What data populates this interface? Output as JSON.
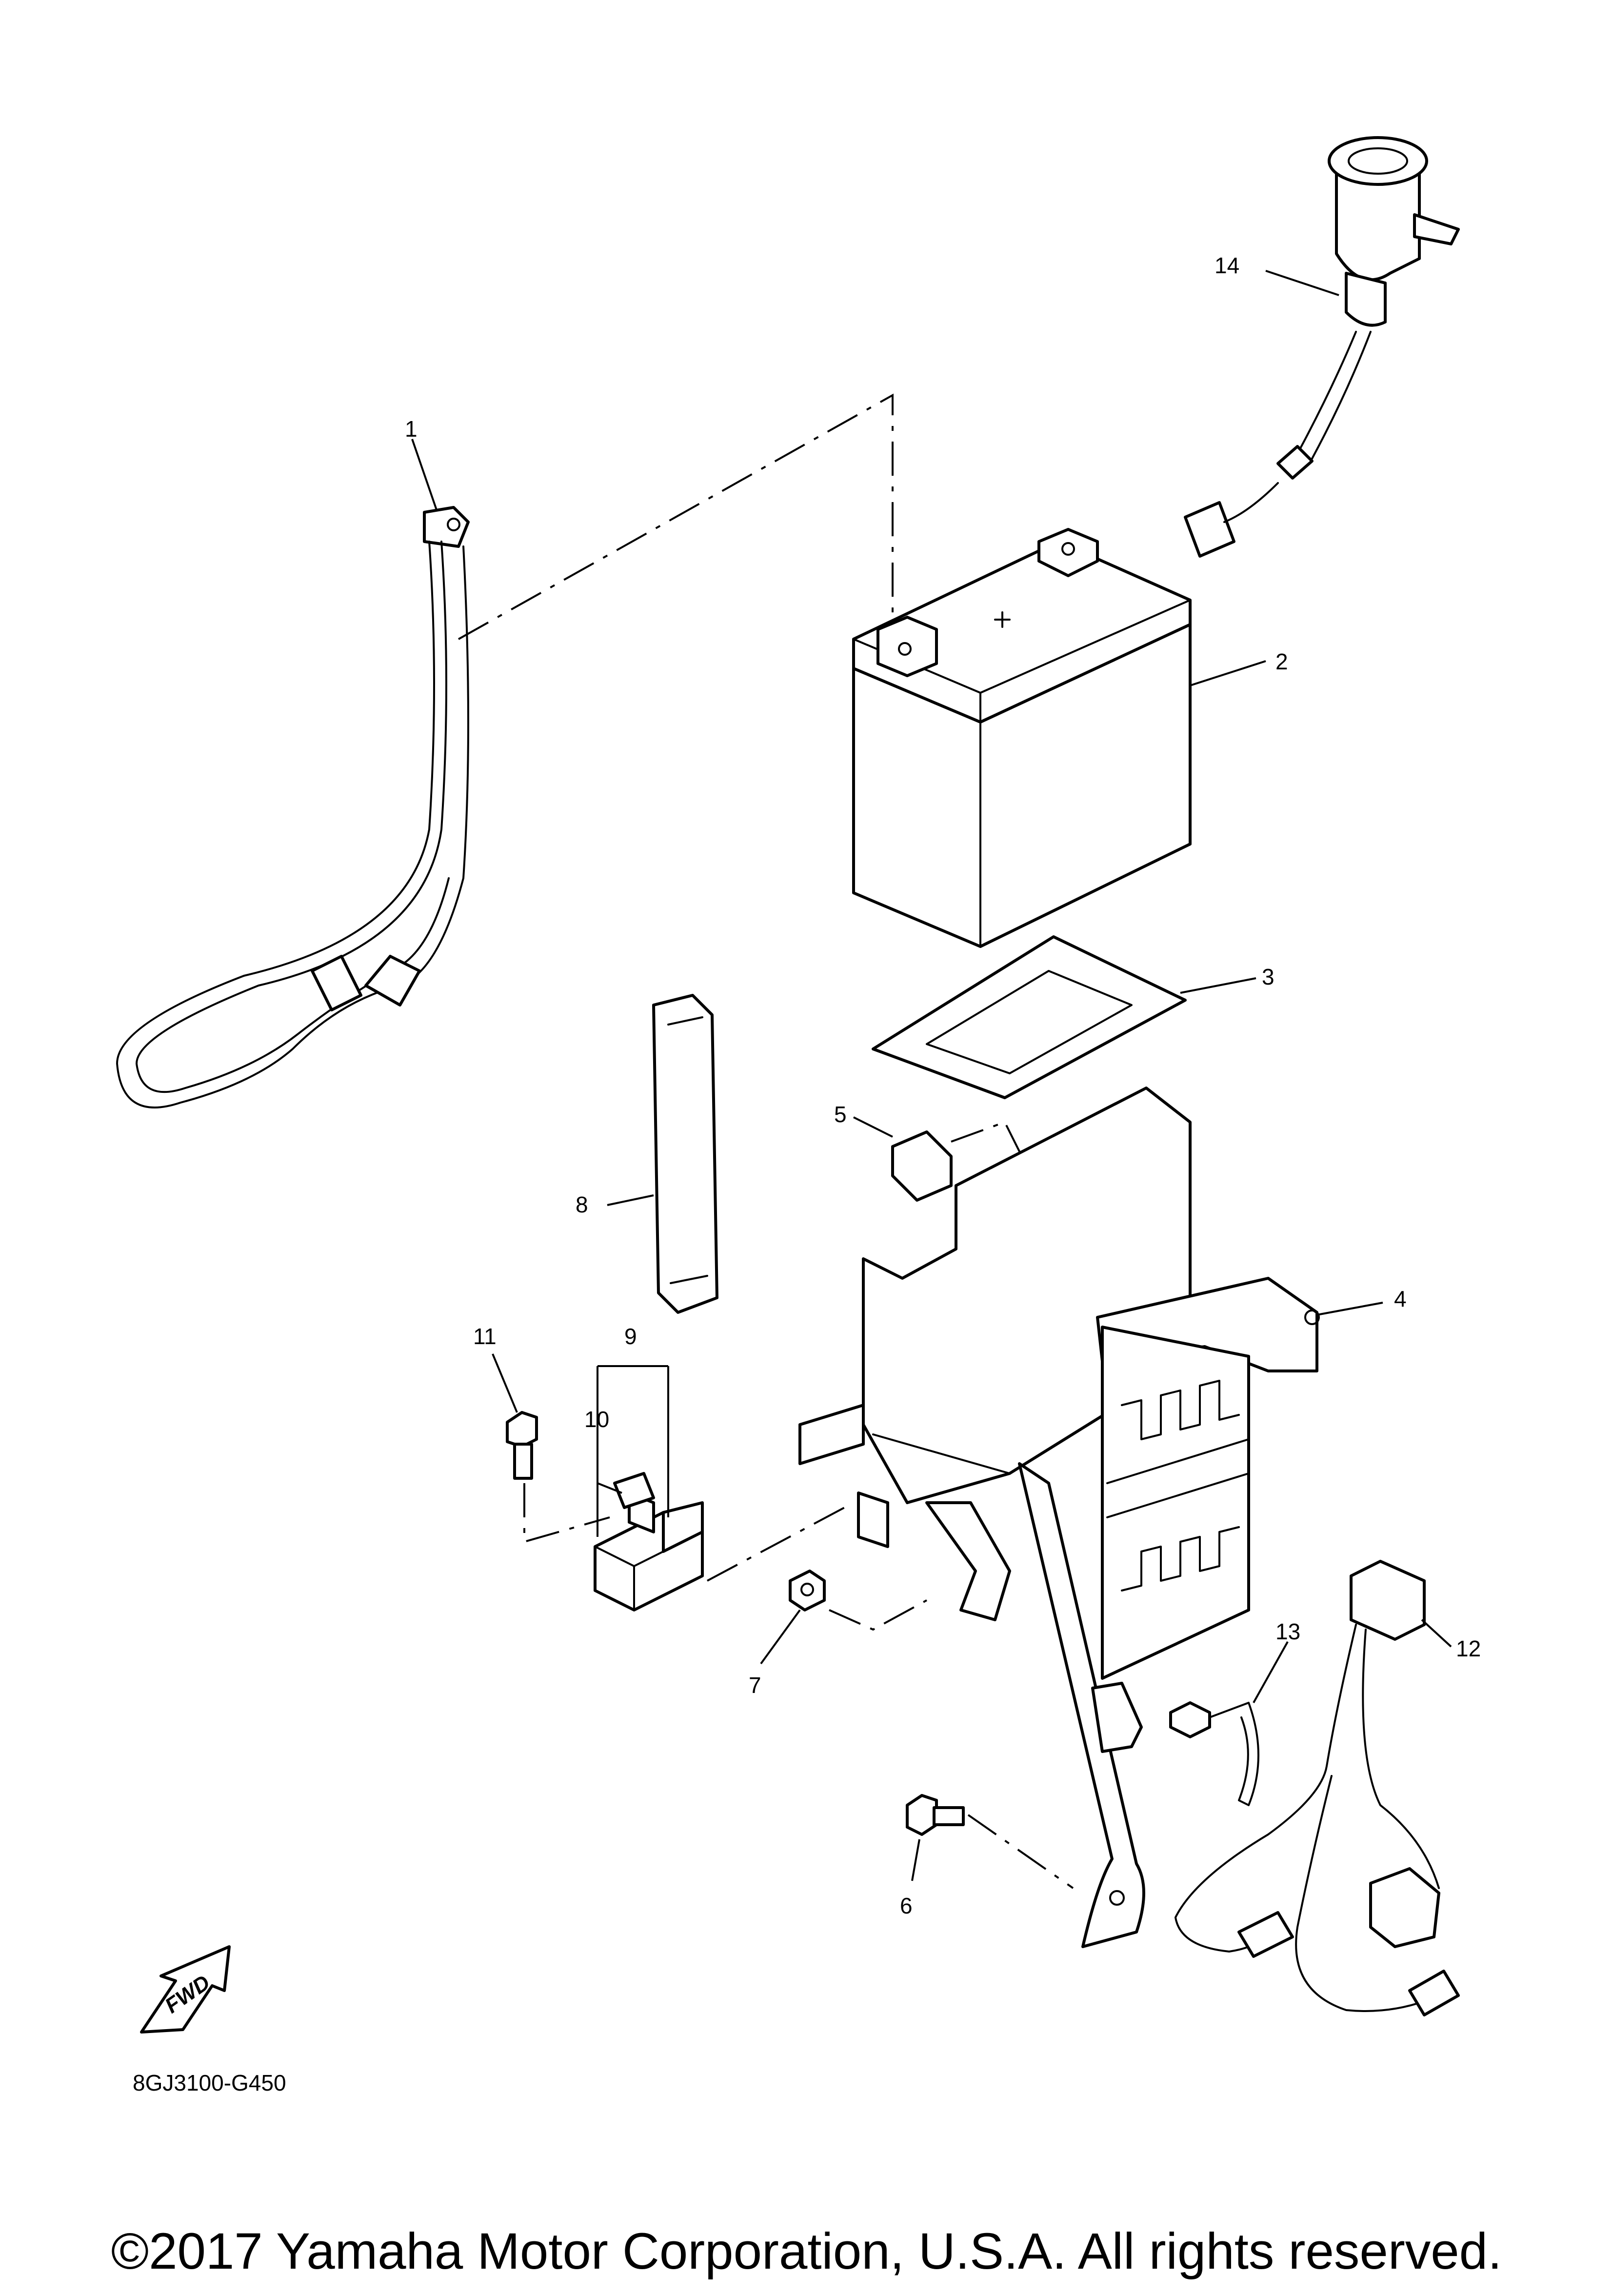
{
  "diagram": {
    "callouts": [
      {
        "id": "1",
        "label": "1"
      },
      {
        "id": "2",
        "label": "2"
      },
      {
        "id": "3",
        "label": "3"
      },
      {
        "id": "4",
        "label": "4"
      },
      {
        "id": "5",
        "label": "5"
      },
      {
        "id": "6",
        "label": "6"
      },
      {
        "id": "7",
        "label": "7"
      },
      {
        "id": "8",
        "label": "8"
      },
      {
        "id": "9",
        "label": "9"
      },
      {
        "id": "10",
        "label": "10"
      },
      {
        "id": "11",
        "label": "11"
      },
      {
        "id": "12",
        "label": "12"
      },
      {
        "id": "13",
        "label": "13"
      },
      {
        "id": "14",
        "label": "14"
      }
    ],
    "diagram_code": "8GJ3100-G450",
    "fwd_label": "FWD"
  },
  "footer": {
    "copyright": "©2017 Yamaha Motor Corporation, U.S.A. All rights reserved."
  }
}
